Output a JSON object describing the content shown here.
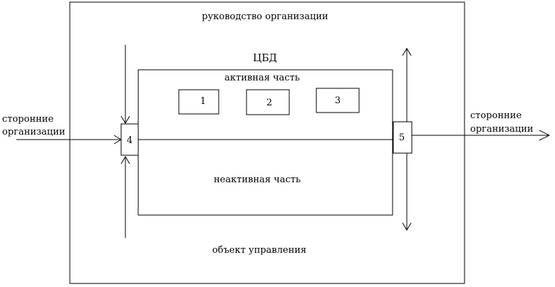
{
  "outer": {
    "top_label": "руководство организации",
    "bottom_label": "объект управления"
  },
  "cbd": {
    "title": "ЦБД",
    "active_label": "активная часть",
    "inactive_label": "неактивная часть",
    "blocks": [
      "1",
      "2",
      "3"
    ]
  },
  "connectors": {
    "left": "4",
    "right": "5"
  },
  "external": {
    "left_line1": "сторонние",
    "left_line2": "организации",
    "right_line1": "сторонние",
    "right_line2": "организации"
  },
  "colors": {
    "stroke": "#000000",
    "background": "#ffffff"
  }
}
